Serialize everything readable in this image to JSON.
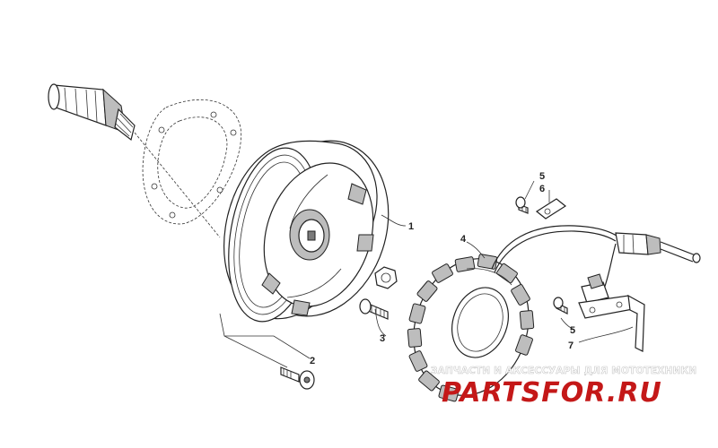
{
  "callouts": {
    "flywheel": "1",
    "cap_screw": "2",
    "stator_screw": "3",
    "stator": "4",
    "screw_top": "5",
    "clamp": "6",
    "screw_bottom": "5",
    "pickup_sensor": "7"
  },
  "watermark": {
    "tagline": "ЗАПЧАСТИ И АКСЕССУАРЫ ДЛЯ МОТОТЕХНИКИ",
    "logo": "PARTSFOR.RU"
  },
  "colors": {
    "line": "#222222",
    "watermark_red": "#c41818"
  }
}
